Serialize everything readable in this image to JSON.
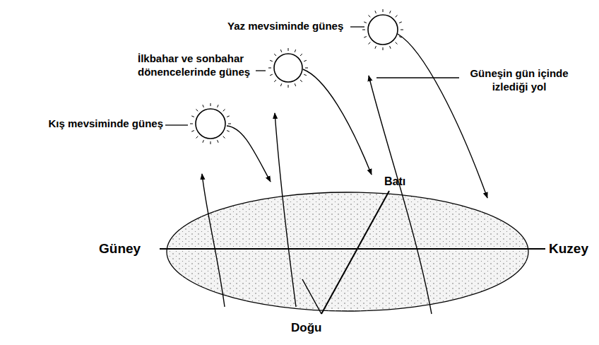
{
  "diagram": {
    "labels": [
      "Yaz mevsiminde güneş",
      "İlkbahar ve sonbahar dönencelerinde güneş",
      "Kış mevsiminde güneş",
      "Güneşin gün içinde izlediği yol",
      "Batı",
      "Güney",
      "Kuzey",
      "Doğu"
    ]
  }
}
